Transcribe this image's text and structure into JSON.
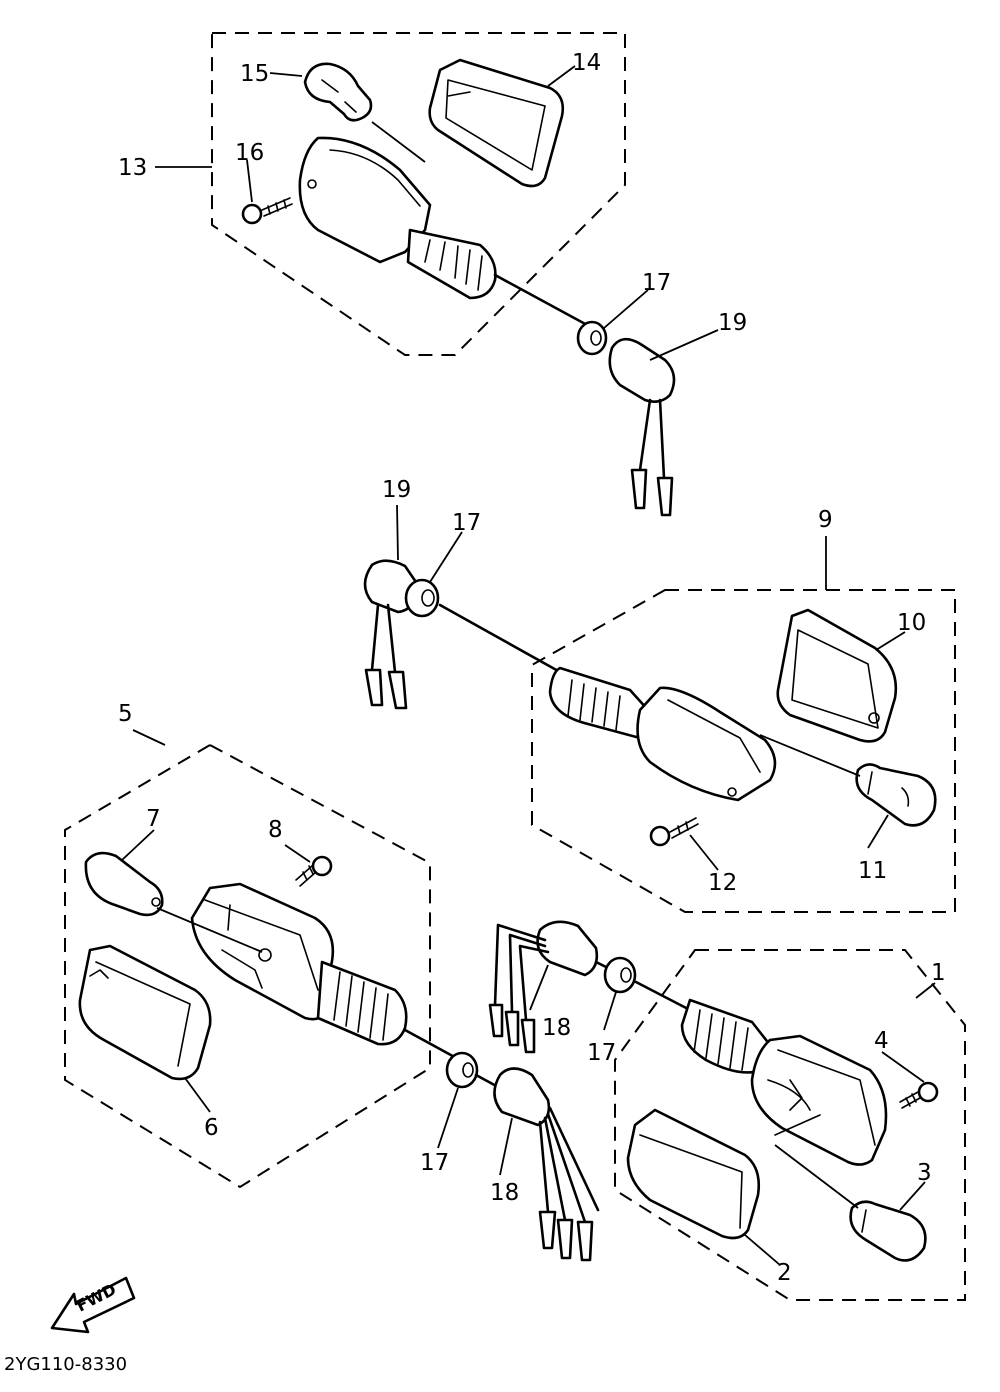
{
  "diagram_code": "2YG110-8330",
  "fwd_label": "FWD",
  "callouts": {
    "c1": "1",
    "c2": "2",
    "c3": "3",
    "c4": "4",
    "c5": "5",
    "c6": "6",
    "c7": "7",
    "c8": "8",
    "c9": "9",
    "c10": "10",
    "c11": "11",
    "c12": "12",
    "c13": "13",
    "c14": "14",
    "c15": "15",
    "c16": "16",
    "c17a": "17",
    "c17b": "17",
    "c17c": "17",
    "c17d": "17",
    "c18a": "18",
    "c18b": "18",
    "c19a": "19",
    "c19b": "19"
  }
}
